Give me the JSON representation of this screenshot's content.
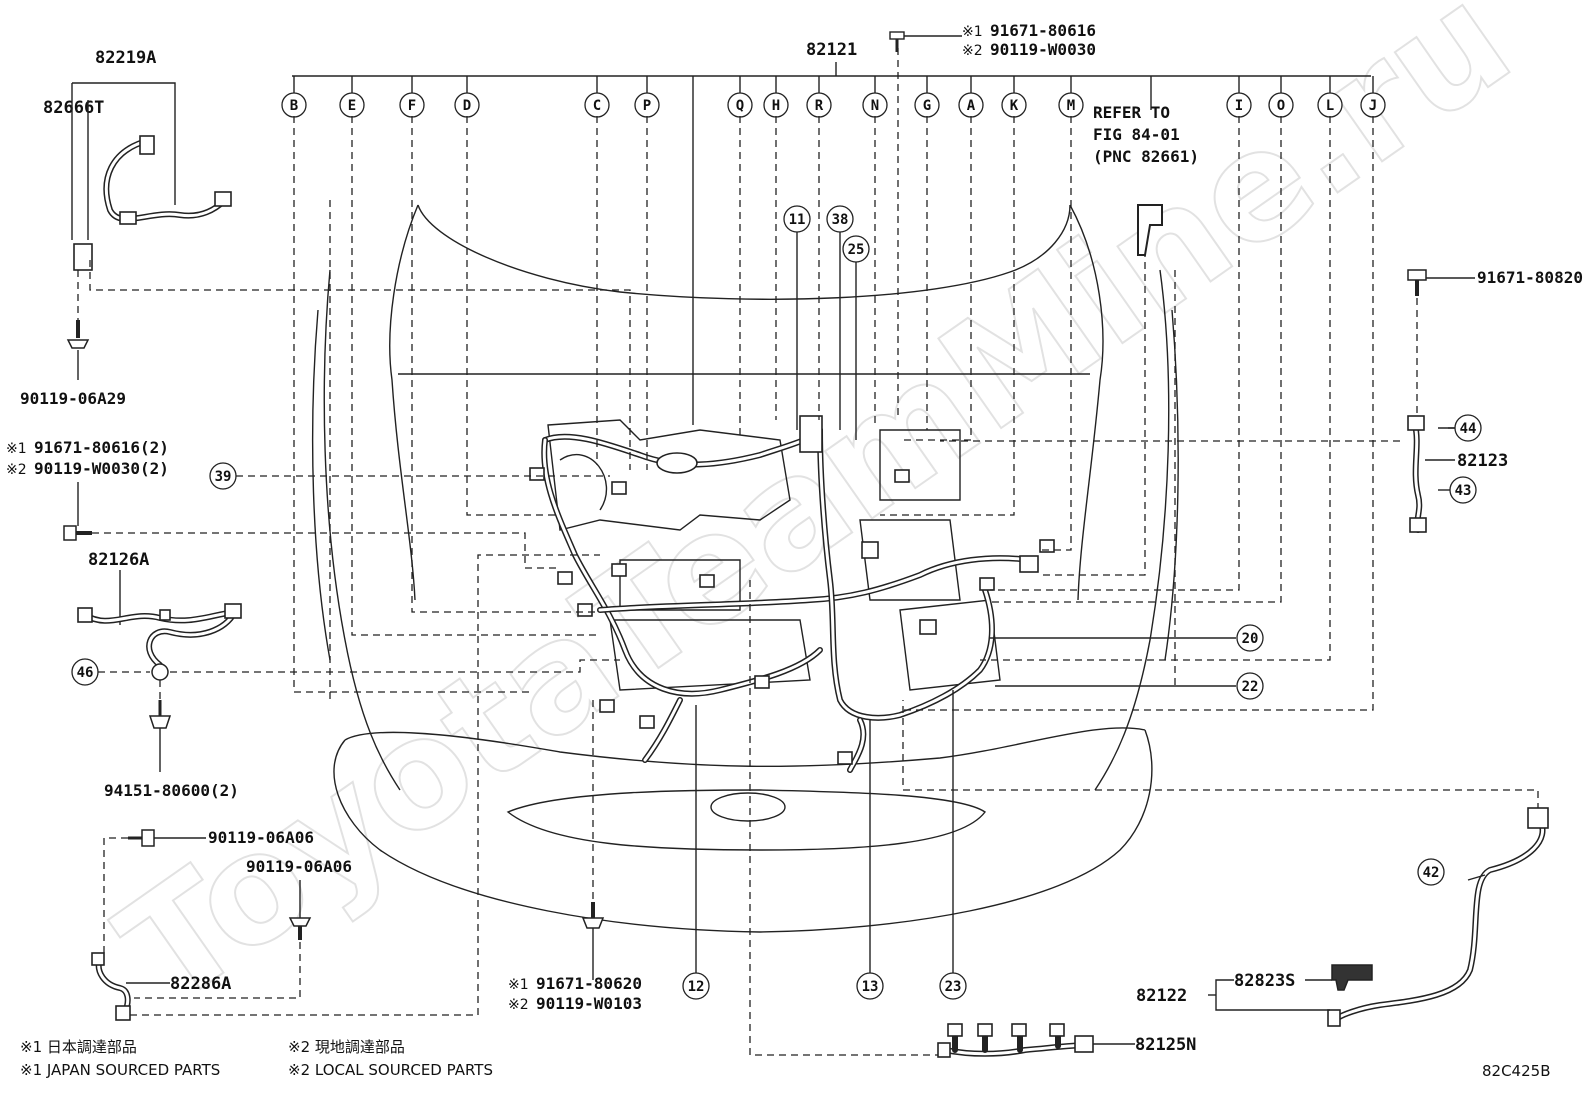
{
  "watermark": "ToyotaTeamMine.ru",
  "main_harness": "82121",
  "letters": [
    "B",
    "E",
    "F",
    "D",
    "C",
    "P",
    "Q",
    "H",
    "R",
    "N",
    "G",
    "A",
    "K",
    "M",
    "I",
    "O",
    "L",
    "J"
  ],
  "refer": {
    "line1": "REFER TO",
    "line2": "FIG 84-01",
    "line3": "(PNC 82661)"
  },
  "top_bolt": {
    "mark1": "※1",
    "part1": "91671-80616",
    "mark2": "※2",
    "part2": "90119-W0030"
  },
  "left_top": {
    "assembly": "82219A",
    "sub": "82666T",
    "bolt": "90119-06A29"
  },
  "left_mid": {
    "mark1": "※1",
    "part1": "91671-80616(2)",
    "mark2": "※2",
    "part2": "90119-W0030(2)"
  },
  "left_harness": {
    "part": "82126A",
    "clip": "94151-80600(2)"
  },
  "left_bottom": {
    "bolt1": "90119-06A06",
    "bolt2": "90119-06A06",
    "part": "82286A"
  },
  "bottom_bolt": {
    "mark1": "※1",
    "part1": "91671-80620",
    "mark2": "※2",
    "part2": "90119-W0103"
  },
  "right": {
    "bolt": "91671-80820",
    "bracket": "82123",
    "assembly": "82122",
    "sub": "82823S",
    "connector": "82125N"
  },
  "callouts": [
    "11",
    "38",
    "25",
    "39",
    "44",
    "43",
    "46",
    "20",
    "22",
    "42",
    "12",
    "13",
    "23"
  ],
  "legend": {
    "jp1": "※1 日本調達部品",
    "jp2": "※2 現地調達部品",
    "en1": "※1 JAPAN SOURCED PARTS",
    "en2": "※2 LOCAL SOURCED PARTS"
  },
  "figure_code": "82C425B"
}
